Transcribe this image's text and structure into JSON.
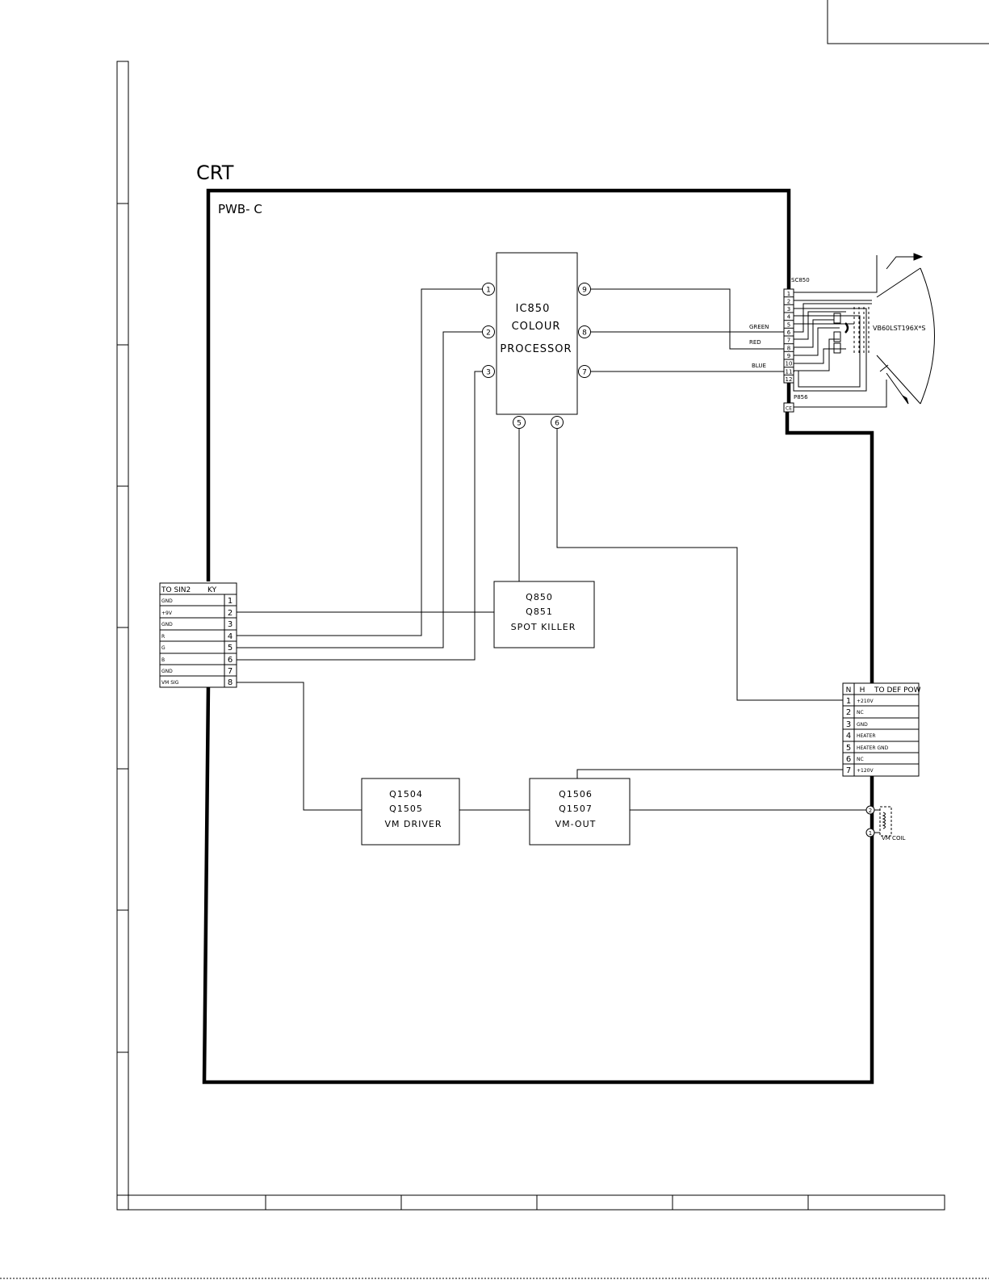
{
  "section_title": "CRT",
  "board_label": "PWB- C",
  "ic850": {
    "lines": [
      "IC850",
      "COLOUR",
      "PROCESSOR"
    ],
    "pins": [
      "1",
      "2",
      "3",
      "5",
      "6",
      "7",
      "8",
      "9"
    ]
  },
  "q850_block": {
    "lines": [
      "Q850",
      "Q851",
      "SPOT KILLER"
    ]
  },
  "vm_driver_block": {
    "lines": [
      "Q1504",
      "Q1505",
      "VM DRIVER"
    ]
  },
  "vm_out_block": {
    "lines": [
      "Q1506",
      "Q1507",
      "VM-OUT"
    ]
  },
  "left_connector": {
    "header_left": "TO SIN2",
    "header_right": "KY",
    "rows": [
      {
        "signal": "GND",
        "pin": "1"
      },
      {
        "signal": "+9V",
        "pin": "2"
      },
      {
        "signal": "GND",
        "pin": "3"
      },
      {
        "signal": "R",
        "pin": "4"
      },
      {
        "signal": "G",
        "pin": "5"
      },
      {
        "signal": "B",
        "pin": "6"
      },
      {
        "signal": "GND",
        "pin": "7"
      },
      {
        "signal": "VM SIG",
        "pin": "8"
      }
    ]
  },
  "right_connector": {
    "header_n": "N",
    "header_h": "H",
    "header_label": "TO DEF POW",
    "rows": [
      {
        "pin": "1",
        "signal": "+210V"
      },
      {
        "pin": "2",
        "signal": "NC"
      },
      {
        "pin": "3",
        "signal": "GND"
      },
      {
        "pin": "4",
        "signal": "HEATER"
      },
      {
        "pin": "5",
        "signal": "HEATER GND"
      },
      {
        "pin": "6",
        "signal": "NC"
      },
      {
        "pin": "7",
        "signal": "+120V"
      }
    ]
  },
  "crt_socket": {
    "name": "SC850",
    "pins": [
      "1",
      "2",
      "3",
      "4",
      "5",
      "6",
      "7",
      "8",
      "9",
      "10",
      "11",
      "12"
    ],
    "ground_connector": "P856",
    "ground_pin": "CE",
    "tube": "VB60LST196X*S"
  },
  "signal_labels": {
    "green": "GREEN",
    "red": "RED",
    "blue": "BLUE"
  },
  "vm_coil": {
    "label": "VM COIL",
    "pins": [
      "2",
      "1"
    ]
  }
}
